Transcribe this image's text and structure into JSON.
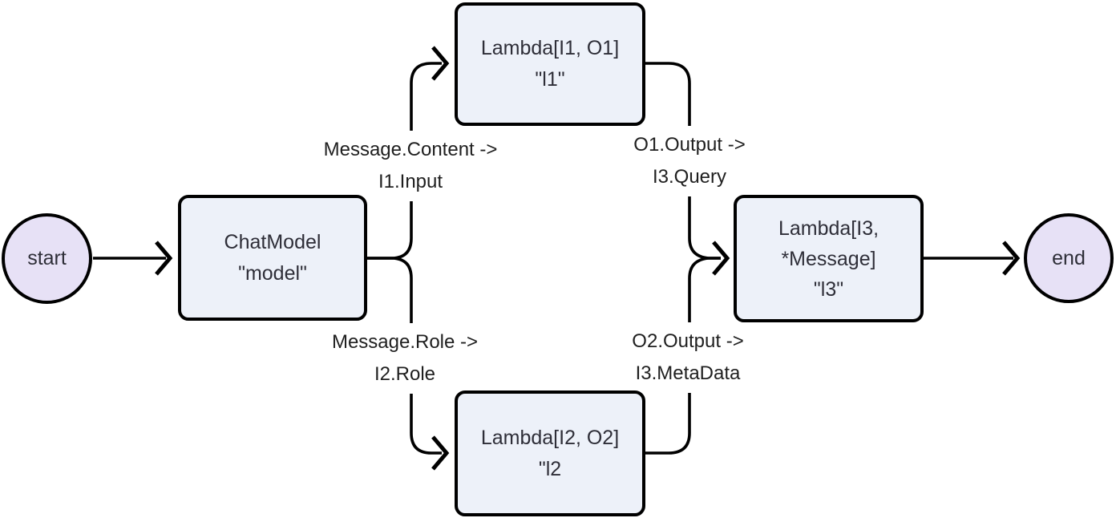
{
  "diagram": {
    "type": "flowchart",
    "colors": {
      "background": "#ffffff",
      "edge_stroke": "#000000",
      "node_border": "#000000",
      "rect_fill": "#edf1f9",
      "circle_fill": "#e7e1f6",
      "node_text": "#2e2e38",
      "label_text": "#1f1f1f"
    },
    "nodes": {
      "start": {
        "shape": "circle",
        "label": "start"
      },
      "model": {
        "shape": "rect",
        "line1": "ChatModel",
        "line2": "\"model\""
      },
      "l1": {
        "shape": "rect",
        "line1": "Lambda[I1, O1]",
        "line2": "\"l1\""
      },
      "l2": {
        "shape": "rect",
        "line1": "Lambda[I2, O2]",
        "line2": "\"l2"
      },
      "l3": {
        "shape": "rect",
        "line1": "Lambda[I3,",
        "line2": "*Message]",
        "line3": "\"l3\""
      },
      "end": {
        "shape": "circle",
        "label": "end"
      }
    },
    "edges": [
      {
        "from": "start",
        "to": "model"
      },
      {
        "from": "model",
        "to": "l1",
        "label_line1": "Message.Content ->",
        "label_line2": "I1.Input"
      },
      {
        "from": "model",
        "to": "l2",
        "label_line1": "Message.Role ->",
        "label_line2": "I2.Role"
      },
      {
        "from": "l1",
        "to": "l3",
        "label_line1": "O1.Output ->",
        "label_line2": "I3.Query"
      },
      {
        "from": "l2",
        "to": "l3",
        "label_line1": "O2.Output ->",
        "label_line2": "I3.MetaData"
      },
      {
        "from": "l3",
        "to": "end"
      }
    ]
  }
}
